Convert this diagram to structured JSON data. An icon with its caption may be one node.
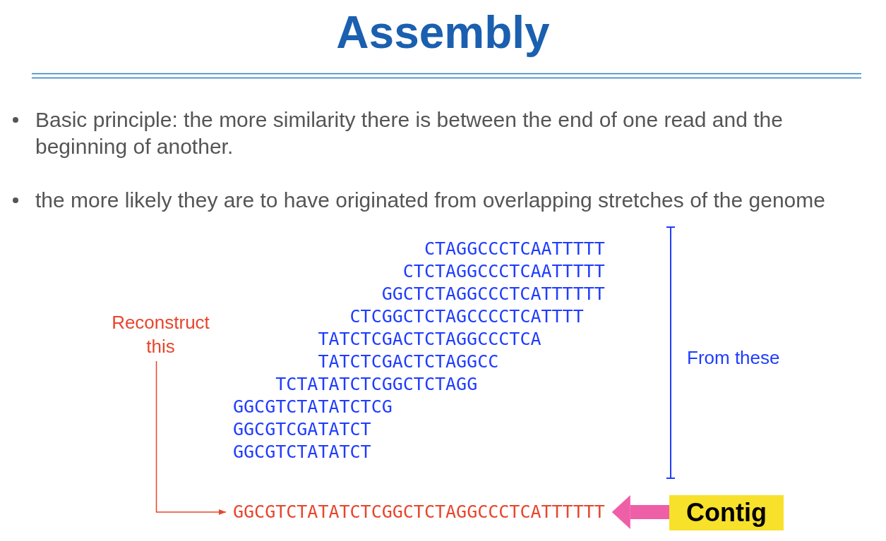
{
  "diagram": {
    "title": "Assembly",
    "nodes": [
      {
        "text": [
          "Reconstruct this"
        ]
      },
      {
        "text": [
          "GGCGTCTATATCTCGGCTCTAGGCCCTCATTTTTT"
        ]
      },
      {
        "text": [
          "Contig"
        ]
      }
    ],
    "edges": [
      {
        "from": 0,
        "to": 1,
        "arrow": "to",
        "color": "#e8452c"
      },
      {
        "from": 2,
        "to": 1,
        "arrow": "to",
        "style": "thick",
        "color": "#ee5fa8"
      }
    ],
    "labels": [
      "Basic principle: the more similarity there is between the end of one read and the beginning of another.",
      "the more likely they are to have originated from overlapping stretches of the genome",
      "CTAGGCCCTCAATTTTT",
      "CTCTAGGCCCTCAATTTTT",
      "GGCTCTAGGCCCTCATTTTTT",
      "CTCGGCTCTAGCCCCTCATTTT",
      "TATCTCGACTCTAGGCCCTCA",
      "TATCTCGACTCTAGGCC",
      "TCTATATCTCGGCTCTAGG",
      "GGCGTCTATATCTCG",
      "GGCGTCGATATCT",
      "GGCGTCTATATCT",
      "From these"
    ]
  }
}
